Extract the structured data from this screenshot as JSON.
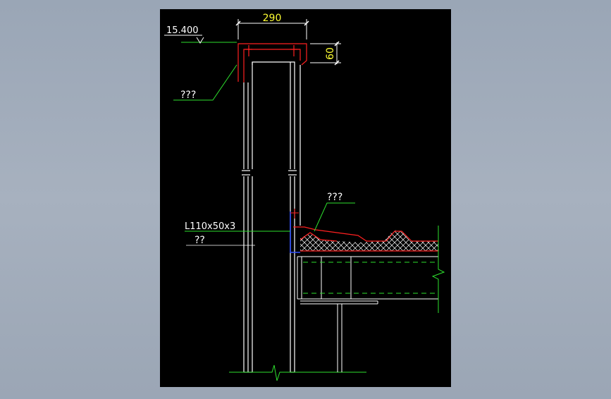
{
  "drawing": {
    "background_color": "#000000",
    "page_color": "#9ea9b8",
    "colors": {
      "white": "#ffffff",
      "red": "#ff2020",
      "green": "#2ee02e",
      "yellow": "#ffff33",
      "blue": "#3050ff"
    },
    "labels": {
      "dimension_width": "290",
      "dimension_height": "60",
      "elevation": "15.400",
      "coping_note": "???",
      "roof_note": "???",
      "angle_steel": "L110x50x3",
      "angle_note": "??"
    }
  }
}
